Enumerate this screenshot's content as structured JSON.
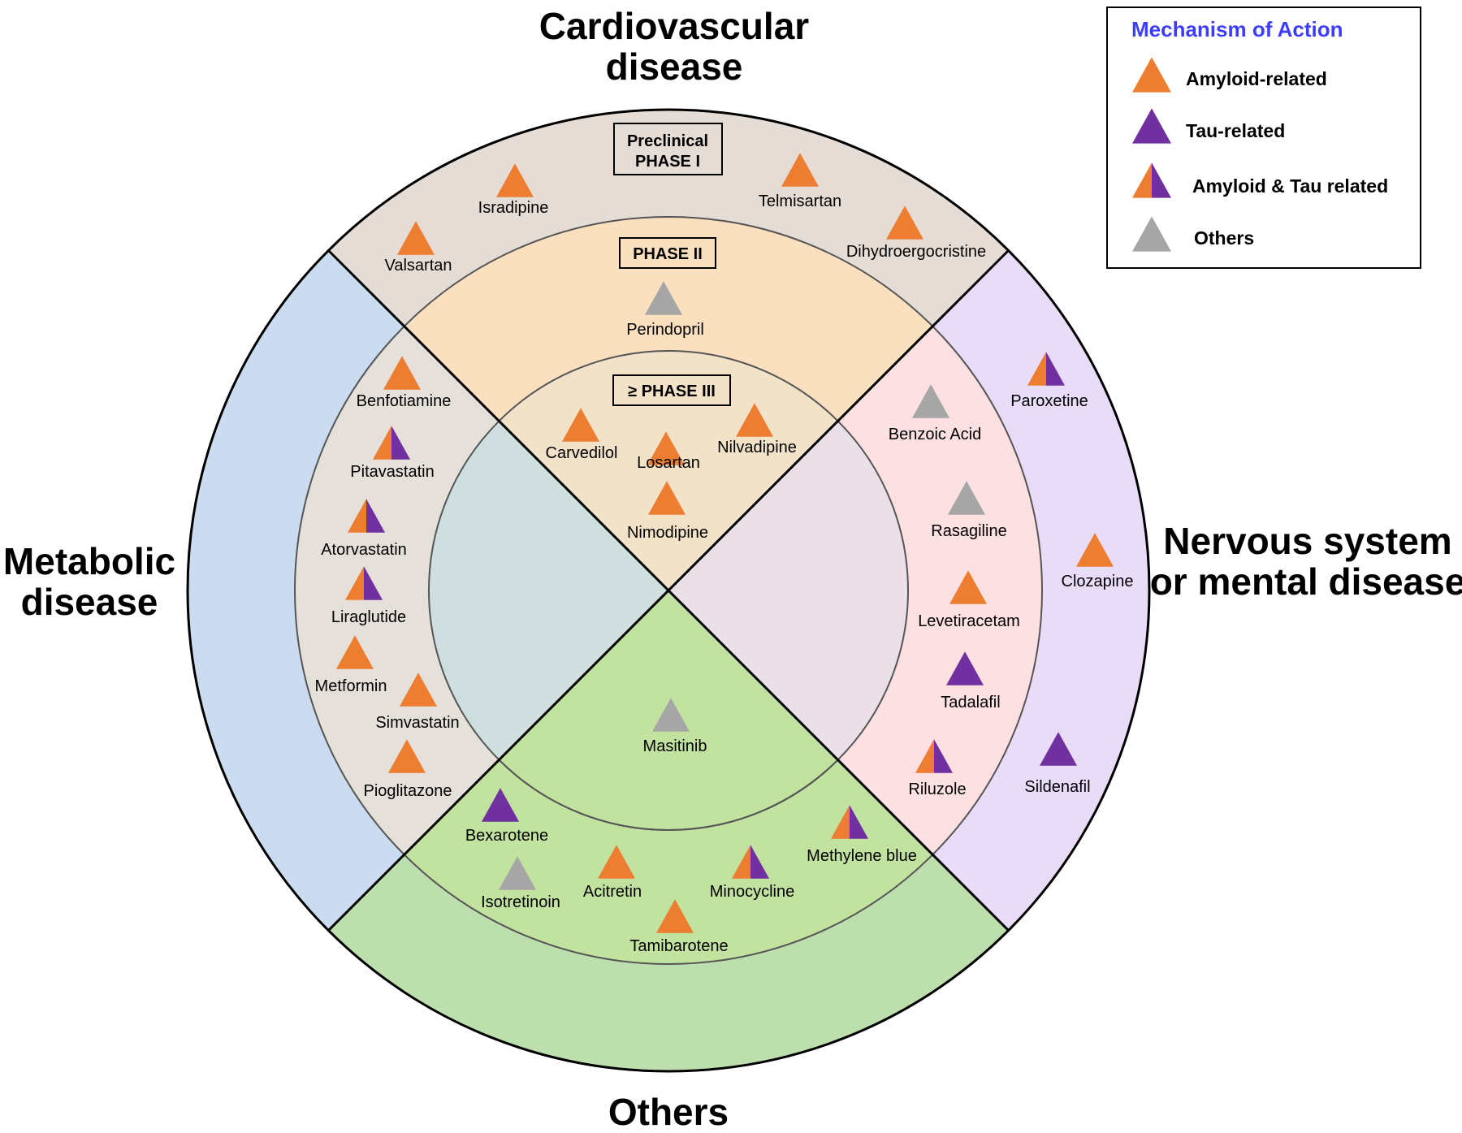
{
  "colors": {
    "amyloid": "#ed7d31",
    "tau": "#7030a0",
    "other": "#a6a6a6",
    "legend_title": "#3d3dff",
    "cardio_outer": "#e6dcd6",
    "cardio_mid": "#fbe0c0",
    "cardio_inner": "#f1e2c8",
    "metab_outer": "#cbdcf0",
    "metab_mid": "#e6e0da",
    "metab_inner": "#cfdfe0",
    "nerv_outer": "#e8dcf8",
    "nerv_mid": "#fde0e1",
    "nerv_inner": "#ece0e8",
    "other_outer": "#bcdfad",
    "other_mid": "#d8e8a2",
    "other_inner": "#c2e2a0"
  },
  "categories": {
    "cardiovascular": [
      "Cardiovascular",
      "disease"
    ],
    "metabolic": [
      "Metabolic",
      "disease"
    ],
    "nervous": [
      "Nervous system",
      "or mental disease"
    ],
    "others": [
      "Others"
    ]
  },
  "phases": {
    "phase1": [
      "Preclinical",
      "PHASE I"
    ],
    "phase2": [
      "PHASE II"
    ],
    "phase3": [
      "≥ PHASE III"
    ]
  },
  "legend": {
    "title": "Mechanism of Action",
    "items": [
      {
        "label": "Amyloid-related",
        "type": "amyloid"
      },
      {
        "label": "Tau-related",
        "type": "tau"
      },
      {
        "label": "Amyloid & Tau related",
        "type": "both"
      },
      {
        "label": "Others",
        "type": "other"
      }
    ]
  },
  "drugs": [
    {
      "name": "Valsartan",
      "category": "Cardiovascular disease",
      "phase": "Preclinical / PHASE I",
      "mechanism": "amyloid"
    },
    {
      "name": "Isradipine",
      "category": "Cardiovascular disease",
      "phase": "Preclinical / PHASE I",
      "mechanism": "amyloid"
    },
    {
      "name": "Telmisartan",
      "category": "Cardiovascular disease",
      "phase": "Preclinical / PHASE I",
      "mechanism": "amyloid"
    },
    {
      "name": "Dihydroergocristine",
      "category": "Cardiovascular disease",
      "phase": "Preclinical / PHASE I",
      "mechanism": "amyloid"
    },
    {
      "name": "Perindopril",
      "category": "Cardiovascular disease",
      "phase": "PHASE II",
      "mechanism": "other"
    },
    {
      "name": "Carvedilol",
      "category": "Cardiovascular disease",
      "phase": "≥ PHASE III",
      "mechanism": "amyloid"
    },
    {
      "name": "Losartan",
      "category": "Cardiovascular disease",
      "phase": "≥ PHASE III",
      "mechanism": "amyloid"
    },
    {
      "name": "Nilvadipine",
      "category": "Cardiovascular disease",
      "phase": "≥ PHASE III",
      "mechanism": "amyloid"
    },
    {
      "name": "Nimodipine",
      "category": "Cardiovascular disease",
      "phase": "≥ PHASE III",
      "mechanism": "amyloid"
    },
    {
      "name": "Benfotiamine",
      "category": "Metabolic disease",
      "phase": "PHASE II",
      "mechanism": "amyloid"
    },
    {
      "name": "Pitavastatin",
      "category": "Metabolic disease",
      "phase": "PHASE II",
      "mechanism": "both"
    },
    {
      "name": "Atorvastatin",
      "category": "Metabolic disease",
      "phase": "PHASE II",
      "mechanism": "both"
    },
    {
      "name": "Liraglutide",
      "category": "Metabolic disease",
      "phase": "PHASE II",
      "mechanism": "both"
    },
    {
      "name": "Metformin",
      "category": "Metabolic disease",
      "phase": "PHASE II",
      "mechanism": "amyloid"
    },
    {
      "name": "Simvastatin",
      "category": "Metabolic disease",
      "phase": "PHASE II",
      "mechanism": "amyloid"
    },
    {
      "name": "Pioglitazone",
      "category": "Metabolic disease",
      "phase": "PHASE II",
      "mechanism": "amyloid"
    },
    {
      "name": "Paroxetine",
      "category": "Nervous system or mental disease",
      "phase": "Preclinical / PHASE I",
      "mechanism": "both"
    },
    {
      "name": "Clozapine",
      "category": "Nervous system or mental disease",
      "phase": "Preclinical / PHASE I",
      "mechanism": "amyloid"
    },
    {
      "name": "Sildenafil",
      "category": "Nervous system or mental disease",
      "phase": "Preclinical / PHASE I",
      "mechanism": "tau"
    },
    {
      "name": "Benzoic Acid",
      "category": "Nervous system or mental disease",
      "phase": "PHASE II",
      "mechanism": "other"
    },
    {
      "name": "Rasagiline",
      "category": "Nervous system or mental disease",
      "phase": "PHASE II",
      "mechanism": "other"
    },
    {
      "name": "Levetiracetam",
      "category": "Nervous system or mental disease",
      "phase": "PHASE II",
      "mechanism": "amyloid"
    },
    {
      "name": "Tadalafil",
      "category": "Nervous system or mental disease",
      "phase": "PHASE II",
      "mechanism": "tau"
    },
    {
      "name": "Riluzole",
      "category": "Nervous system or mental disease",
      "phase": "PHASE II",
      "mechanism": "both"
    },
    {
      "name": "Masitinib",
      "category": "Others",
      "phase": "≥ PHASE III",
      "mechanism": "other"
    },
    {
      "name": "Bexarotene",
      "category": "Others",
      "phase": "PHASE II",
      "mechanism": "tau"
    },
    {
      "name": "Isotretinoin",
      "category": "Others",
      "phase": "PHASE II",
      "mechanism": "other"
    },
    {
      "name": "Acitretin",
      "category": "Others",
      "phase": "PHASE II",
      "mechanism": "amyloid"
    },
    {
      "name": "Tamibarotene",
      "category": "Others",
      "phase": "PHASE II",
      "mechanism": "amyloid"
    },
    {
      "name": "Minocycline",
      "category": "Others",
      "phase": "PHASE II",
      "mechanism": "both"
    },
    {
      "name": "Methylene blue",
      "category": "Others",
      "phase": "PHASE II",
      "mechanism": "both"
    }
  ]
}
